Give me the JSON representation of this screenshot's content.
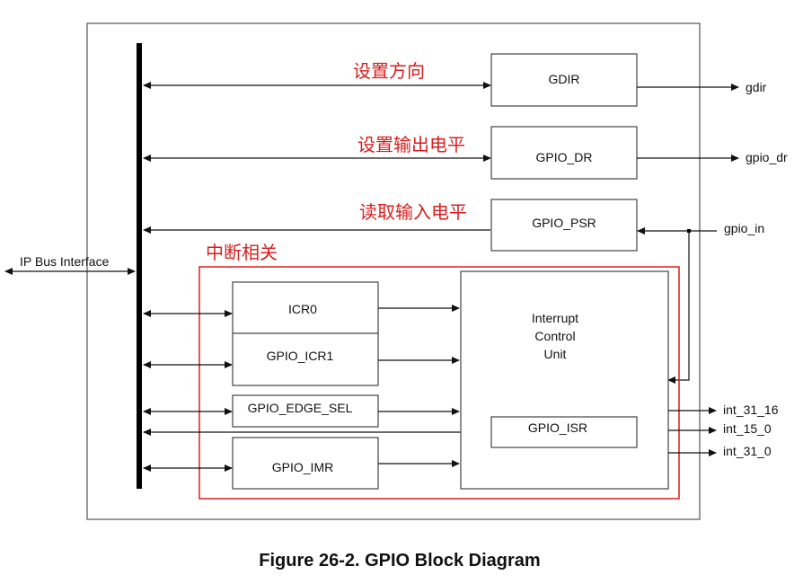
{
  "caption": "Figure 26-2. GPIO Block Diagram",
  "bus_label": "IP Bus Interface",
  "group_label": "中断相关",
  "annotations": {
    "set_direction": "设置方向",
    "set_output_level": "设置输出电平",
    "read_input_level": "读取输入电平"
  },
  "registers": {
    "gdir": "GDIR",
    "gpio_dr": "GPIO_DR",
    "gpio_psr": "GPIO_PSR",
    "icr0": "ICR0",
    "gpio_icr1": "GPIO_ICR1",
    "gpio_edge_sel": "GPIO_EDGE_SEL",
    "gpio_imr": "GPIO_IMR",
    "gpio_isr": "GPIO_ISR"
  },
  "icu": {
    "line1": "Interrupt",
    "line2": "Control",
    "line3": "Unit"
  },
  "signals": {
    "gdir": "gdir",
    "gpio_dr": "gpio_dr",
    "gpio_in": "gpio_in",
    "int_31_16": "int_31_16",
    "int_15_0": "int_15_0",
    "int_31_0": "int_31_0"
  },
  "colors": {
    "annotation": "#d81e1e",
    "group_border": "#d81e1e",
    "lines": "#111111"
  }
}
